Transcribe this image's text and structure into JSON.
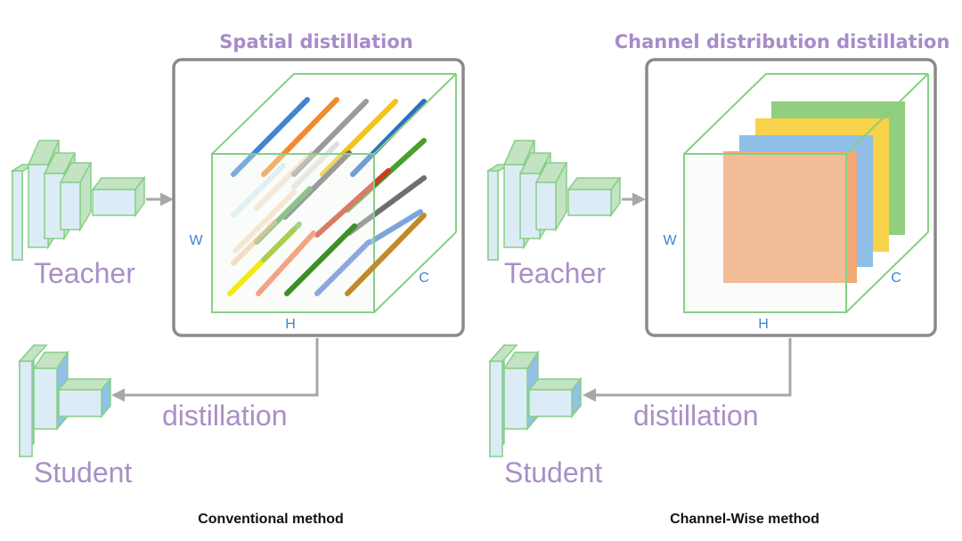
{
  "left": {
    "title": "Spatial distillation",
    "teacher_label": "Teacher",
    "student_label": "Student",
    "arrow_label": "distillation",
    "axis_w": "W",
    "axis_h": "H",
    "axis_c": "C",
    "caption": "Conventional method"
  },
  "right": {
    "title": "Channel distribution distillation",
    "teacher_label": "Teacher",
    "student_label": "Student",
    "arrow_label": "distillation",
    "axis_w": "W",
    "axis_h": "H",
    "axis_c": "C",
    "caption": "Channel-Wise method"
  },
  "colors": {
    "title": "#a78cc8",
    "label": "#a98fc7",
    "axis_text": "#3a86d8",
    "panel_border": "#8a8a8a",
    "cube_edge": "#86cf86",
    "block_fill": "#dcecf6",
    "block_side": "#c3e3c3",
    "arrow": "#a7a7a7",
    "channel_green": "#8fcf7d",
    "channel_yellow": "#f7d24a",
    "channel_blue": "#8fbfe6",
    "channel_orange": "#f3a978"
  }
}
